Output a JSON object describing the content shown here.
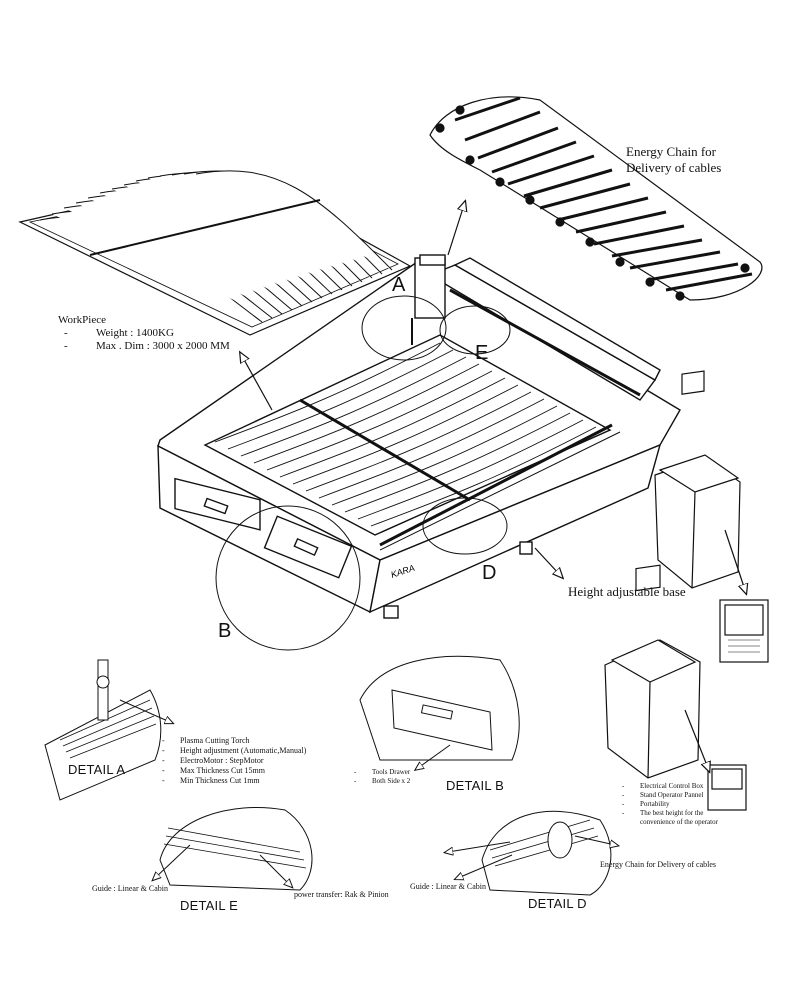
{
  "callouts": {
    "energy_chain": [
      "Energy Chain for",
      "Delivery of cables"
    ],
    "workpiece": {
      "title": "WorkPiece",
      "specs": [
        "Weight : 1400KG",
        "Max . Dim : 3000 x 2000 MM"
      ]
    },
    "height_base": "Height adjustable base",
    "letter_a": "A",
    "letter_b": "B",
    "letter_d": "D",
    "letter_e": "E",
    "brand": "KARA"
  },
  "details": {
    "a": {
      "title": "DETAIL A",
      "specs": [
        "Plasma Cutting Torch",
        "Height adjustment (Automatic,Manual)",
        "ElectroMotor : StepMotor",
        "Max Thickness Cut 15mm",
        "Min Thickness Cut 1mm"
      ]
    },
    "b": {
      "title": "DETAIL B",
      "specs": [
        "Tools Drawer",
        "Both Side x 2"
      ]
    },
    "e": {
      "title": "DETAIL E",
      "guide": "Guide : Linear & Cabin",
      "power": "power transfer: Rak & Pinion"
    },
    "d": {
      "title": "DETAIL D",
      "guide": "Guide : Linear & Cabin",
      "chain": "Energy Chain for Delivery of cables"
    }
  },
  "control_box": {
    "specs": [
      "Electrical Control Box",
      "Stand Operator Pannel",
      "Portability",
      "The best height for the convenience of the operator"
    ]
  }
}
